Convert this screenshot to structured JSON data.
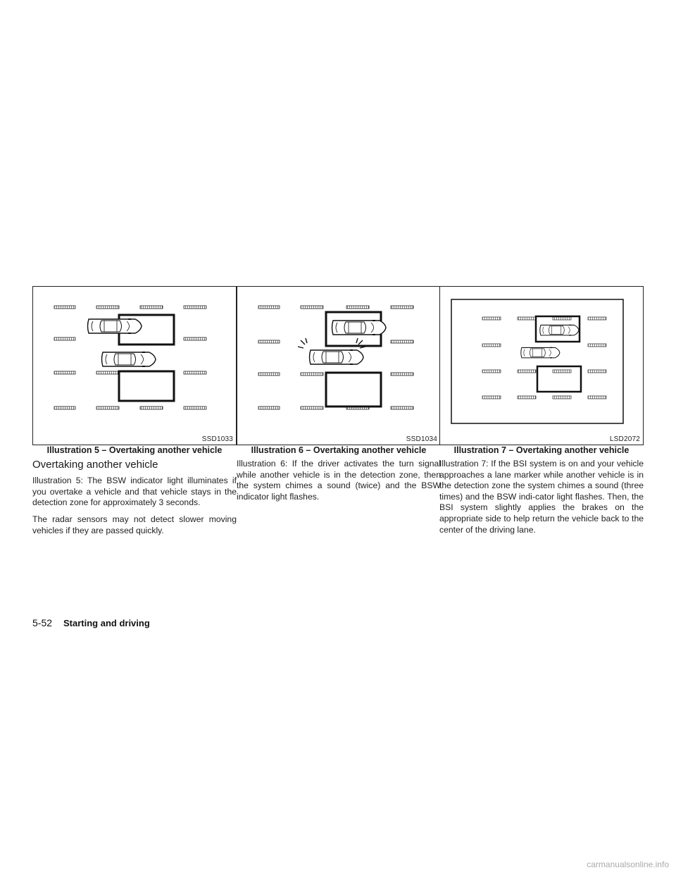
{
  "figures": [
    {
      "code": "SSD1033",
      "caption": "Illustration 5 – Overtaking another vehicle"
    },
    {
      "code": "SSD1034",
      "caption": "Illustration 6 – Overtaking another vehicle"
    },
    {
      "code": "LSD2072",
      "caption": "Illustration 7 – Overtaking another vehicle"
    }
  ],
  "section_heading": "Overtaking another vehicle",
  "col1": {
    "p1": "Illustration 5: The BSW indicator light illuminates if you overtake a vehicle and that vehicle stays in the detection zone for approximately 3 seconds.",
    "p2": "The radar sensors may not detect slower moving vehicles if they are passed quickly."
  },
  "col2": {
    "p1": "Illustration 6: If the driver activates the turn signal while another vehicle is in the detection zone, then the system chimes a sound (twice) and the BSW indicator light flashes."
  },
  "col3": {
    "p1": "Illustration 7: If the BSI system is on and your vehicle approaches a lane marker while another vehicle is in the detection zone the system chimes a sound (three times) and the BSW indi-cator light flashes. Then, the BSI system slightly applies the brakes on the appropriate side to help return the vehicle back to the center of the driving lane."
  },
  "footer": {
    "page_number": "5-52",
    "section_title": "Starting and driving"
  },
  "watermark": "carmanualsonline.info"
}
